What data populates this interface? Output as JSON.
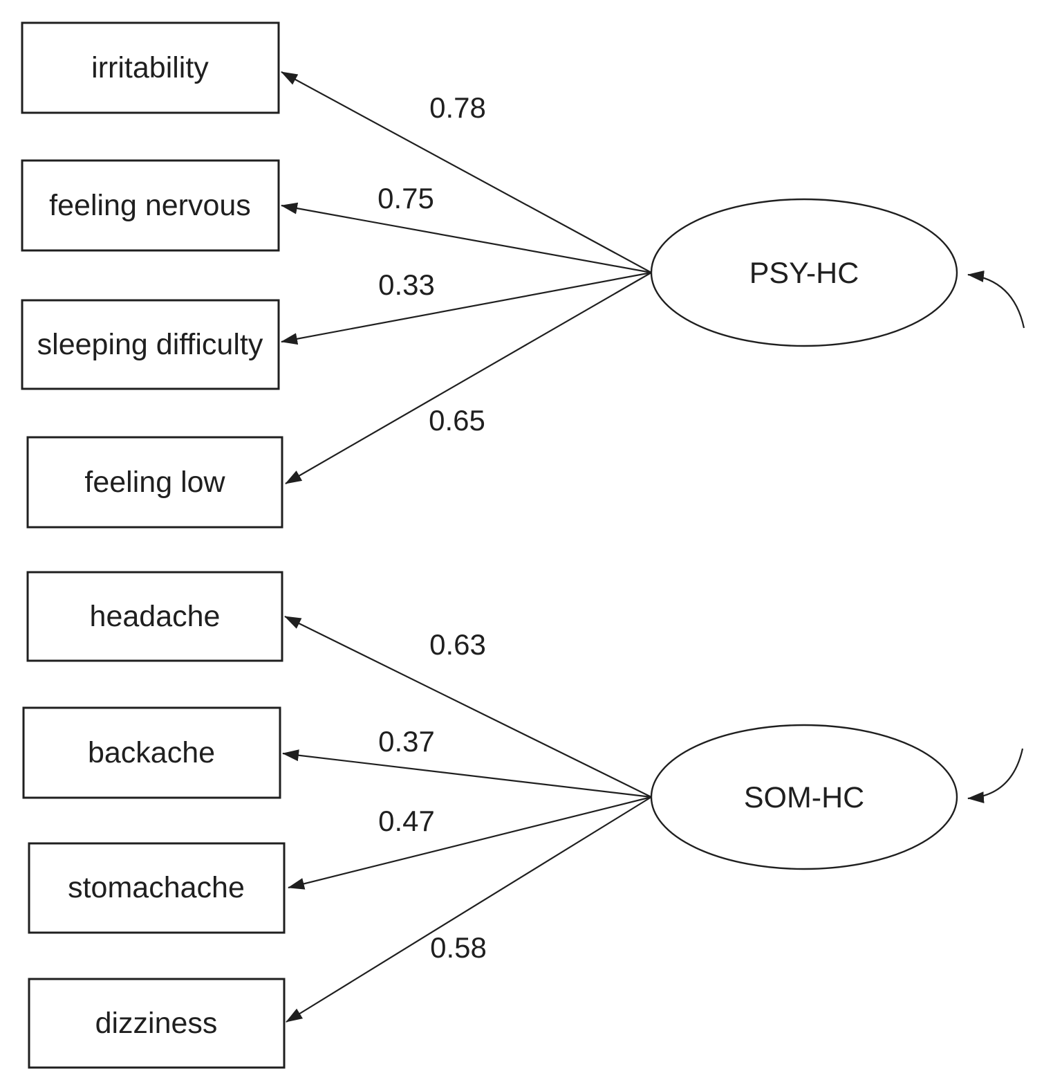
{
  "diagram": {
    "type": "sem-path-diagram",
    "colors": {
      "ink": "#1f1f1f",
      "background": "#ffffff"
    },
    "factors": [
      {
        "name": "PSY-HC",
        "indicators": [
          {
            "label": "irritability",
            "loading": "0.78"
          },
          {
            "label": "feeling nervous",
            "loading": "0.75"
          },
          {
            "label": "sleeping difficulty",
            "loading": "0.33"
          },
          {
            "label": "feeling low",
            "loading": "0.65"
          }
        ]
      },
      {
        "name": "SOM-HC",
        "indicators": [
          {
            "label": "headache",
            "loading": "0.63"
          },
          {
            "label": "backache",
            "loading": "0.37"
          },
          {
            "label": "stomachache",
            "loading": "0.47"
          },
          {
            "label": "dizziness",
            "loading": "0.58"
          }
        ]
      }
    ]
  }
}
